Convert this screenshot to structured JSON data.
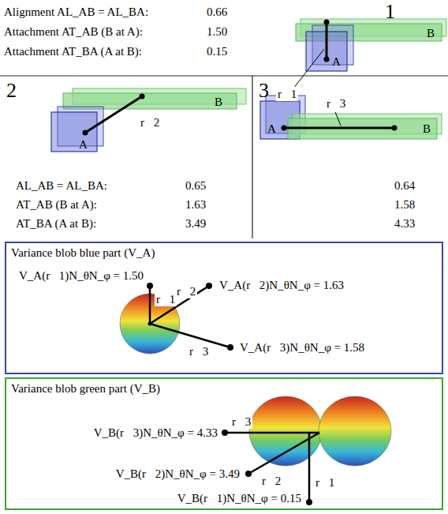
{
  "diagram": {
    "nodes": [
      {
        "text": [
          "Variance blob blue part (V_A)"
        ]
      },
      {
        "text": [
          "Variance blob green part (V_B)"
        ]
      }
    ],
    "labels": [
      "Alignment AL_AB = AL_BA:",
      "0.66",
      "Attachment AT_AB (B at A):",
      "1.50",
      "Attachment AT_BA (A at B):",
      "0.15",
      "1",
      "B",
      "r⃗1",
      "A",
      "2",
      "B",
      "r⃗2",
      "A",
      "AL_AB = AL_BA:",
      "AT_AB (B at A):",
      "AT_BA (A at B):",
      "0.65",
      "1.63",
      "3.49",
      "3",
      "A",
      "r⃗3",
      "B",
      "0.64",
      "1.58",
      "4.33",
      "V_A(r⃗1)N_θN_φ = 1.50",
      "r⃗1",
      "r⃗2",
      "V_A(r⃗2)N_θN_φ = 1.63",
      "r⃗3",
      "V_A(r⃗3)N_θN_φ = 1.58",
      "r⃗3",
      "V_B(r⃗3)N_θN_φ = 4.33",
      "V_B(r⃗2)N_θN_φ = 3.49",
      "r⃗2",
      "r⃗1",
      "V_B(r⃗1)N_θN_φ = 0.15"
    ]
  }
}
